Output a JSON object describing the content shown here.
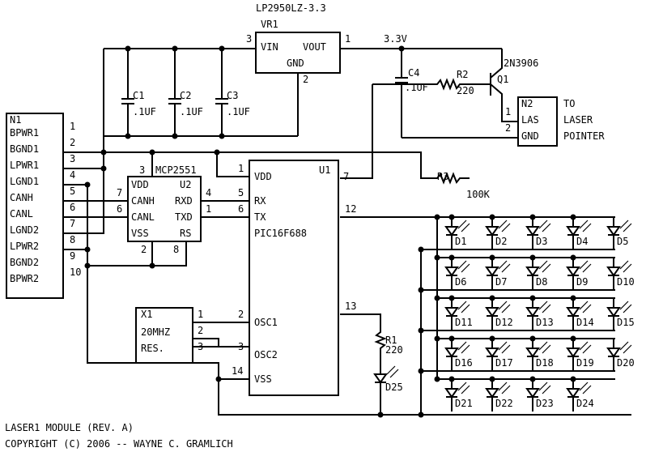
{
  "connector_n1": {
    "ref": "N1",
    "pins": [
      {
        "num": "1",
        "name": "BPWR1"
      },
      {
        "num": "2",
        "name": "BGND1"
      },
      {
        "num": "3",
        "name": "LPWR1"
      },
      {
        "num": "4",
        "name": "LGND1"
      },
      {
        "num": "5",
        "name": "CANH"
      },
      {
        "num": "6",
        "name": "CANL"
      },
      {
        "num": "7",
        "name": "LGND2"
      },
      {
        "num": "8",
        "name": "LPWR2"
      },
      {
        "num": "9",
        "name": "BGND2"
      },
      {
        "num": "10",
        "name": "BPWR2"
      }
    ]
  },
  "regulator": {
    "part": "LP2950LZ-3.3",
    "ref": "VR1",
    "vin": "VIN",
    "vout": "VOUT",
    "gnd": "GND",
    "pin_vin": "3",
    "pin_vout": "1",
    "pin_gnd": "2"
  },
  "rail_label": "3.3V",
  "caps": [
    {
      "ref": "C1",
      "value": ".1UF"
    },
    {
      "ref": "C2",
      "value": ".1UF"
    },
    {
      "ref": "C3",
      "value": ".1UF"
    },
    {
      "ref": "C4",
      "value": ".1UF"
    }
  ],
  "transceiver": {
    "ref": "U2",
    "part": "MCP2551",
    "pins": {
      "vdd": "VDD",
      "canh": "CANH",
      "canl": "CANL",
      "vss": "VSS",
      "rxd": "RXD",
      "txd": "TXD",
      "rs": "RS"
    },
    "pin_nums": {
      "vdd": "3",
      "canh": "7",
      "canl": "6",
      "vss": "2",
      "rxd": "4",
      "txd": "1",
      "rs": "8"
    }
  },
  "mcu": {
    "ref": "U1",
    "part": "PIC16F688",
    "pins": {
      "vdd": "VDD",
      "rx": "RX",
      "tx": "TX",
      "osc1": "OSC1",
      "osc2": "OSC2",
      "vss": "VSS"
    },
    "pin_nums": {
      "vdd": "1",
      "rx": "5",
      "tx": "6",
      "p7": "7",
      "p12": "12",
      "p13": "13",
      "osc1": "2",
      "osc2": "3",
      "vss": "14"
    }
  },
  "crystal": {
    "ref": "X1",
    "freq": "20MHZ",
    "label": "RES.",
    "pins": [
      "1",
      "2",
      "3"
    ]
  },
  "transistor": {
    "ref": "Q1",
    "part": "2N3906"
  },
  "r2": {
    "ref": "R2",
    "value": "220"
  },
  "r1": {
    "ref": "R1",
    "value": "220"
  },
  "r3": {
    "ref": "R3",
    "value": "100K"
  },
  "connector_n2": {
    "ref": "N2",
    "pin1_num": "1",
    "pin1": "LAS",
    "pin2_num": "2",
    "pin2": "GND",
    "desc1": "TO",
    "desc2": "LASER",
    "desc3": "POINTER"
  },
  "leds": [
    "D1",
    "D2",
    "D3",
    "D4",
    "D5",
    "D6",
    "D7",
    "D8",
    "D9",
    "D10",
    "D11",
    "D12",
    "D13",
    "D14",
    "D15",
    "D16",
    "D17",
    "D18",
    "D19",
    "D20",
    "D21",
    "D22",
    "D23",
    "D24"
  ],
  "led_d25": "D25",
  "title_line1": "LASER1 MODULE (REV. A)",
  "title_line2": "COPYRIGHT (C) 2006 -- WAYNE C. GRAMLICH"
}
